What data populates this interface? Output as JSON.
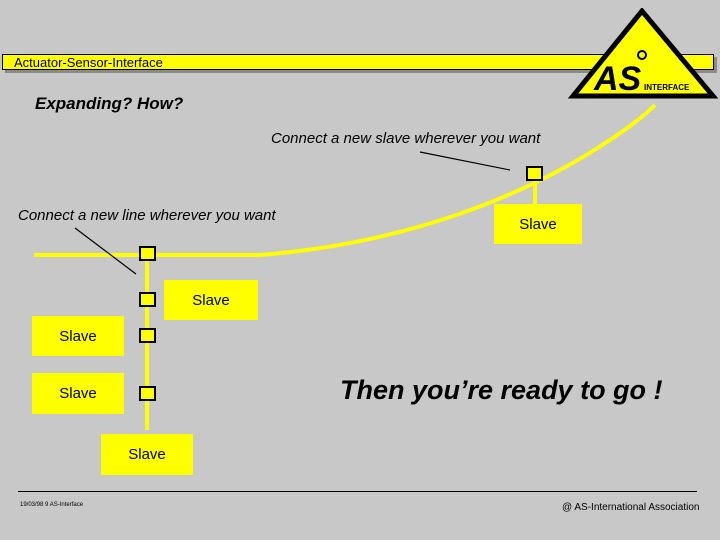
{
  "header": {
    "title": "Actuator-Sensor-Interface",
    "bar_color": "#ffff00"
  },
  "logo": {
    "mark": "AS",
    "suffix": "INTERFACE",
    "icon": "as-interface-logo"
  },
  "subtitle": "Expanding? How?",
  "notes": {
    "new_slave": "Connect a new slave wherever you want",
    "new_line": "Connect a new line wherever you want"
  },
  "slaves": [
    {
      "label": "Slave"
    },
    {
      "label": "Slave"
    },
    {
      "label": "Slave"
    },
    {
      "label": "Slave"
    },
    {
      "label": "Slave"
    }
  ],
  "ready": "Then you’re ready to go !",
  "footer": {
    "left": "19/03/98 9 AS-Interface",
    "right": "@ AS-International Association"
  },
  "colors": {
    "background": "#c8c8c8",
    "cable": "#ffff00",
    "slave": "#ffff00"
  }
}
